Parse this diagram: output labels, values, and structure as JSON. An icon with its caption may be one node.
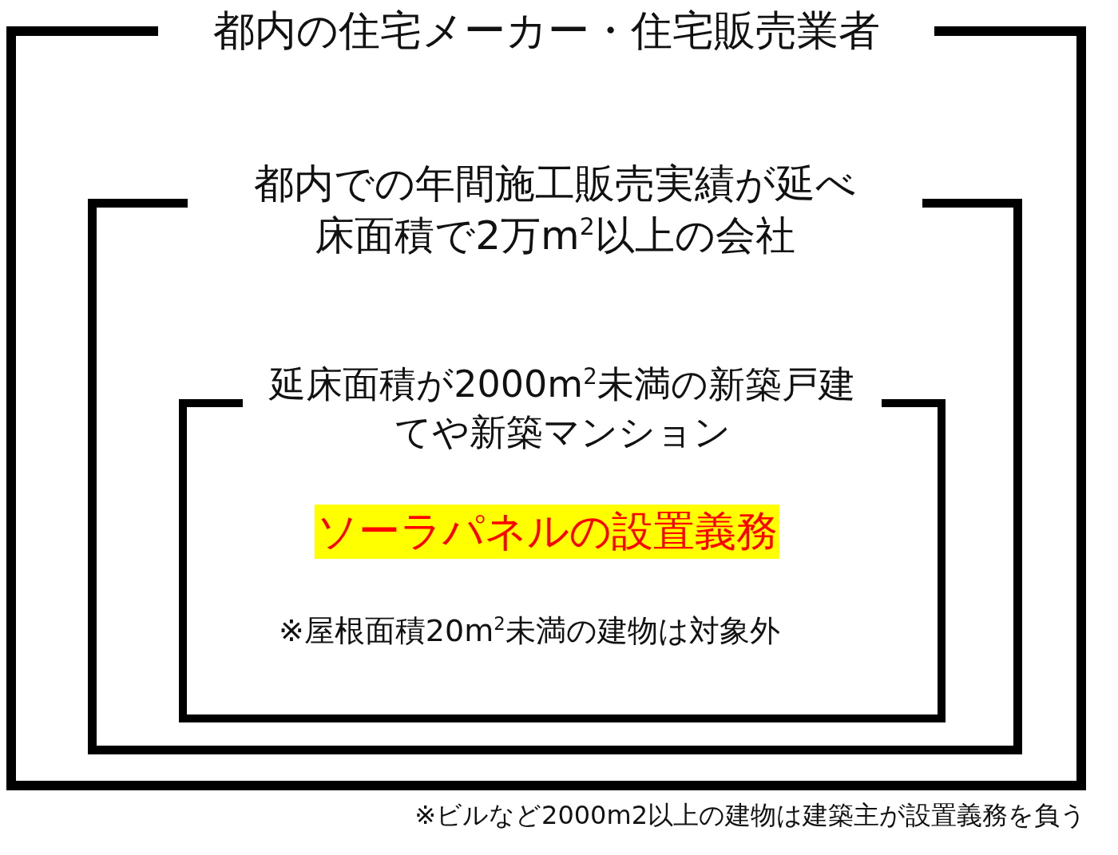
{
  "diagram": {
    "nodes": [
      {
        "text": [
          "都内の住宅メーカー・住宅販売業者"
        ]
      },
      {
        "text": [
          "都内での年間施工販売実績が延べ床面積で2万m$^{2}$以上の会社"
        ],
        "in": 0
      },
      {
        "text": [
          "延床面積が2000m$^{2}$未満の新築戸建てや新築マンション"
        ],
        "in": 1
      },
      {
        "text": [
          "ソーラパネルの設置義務"
        ],
        "in": 2
      }
    ],
    "labels": [
      "※屋根面積20m$^{2}$未満の建物は対象外",
      "※ビルなど2000m2以上の建物は建築主が設置義務を負う"
    ]
  }
}
